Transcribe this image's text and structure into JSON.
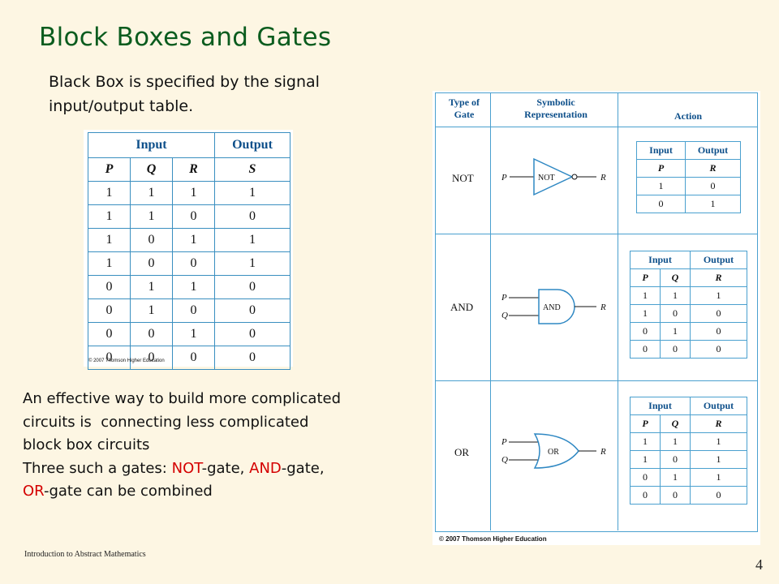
{
  "slide": {
    "title": "Block Boxes and Gates",
    "intro": "Black Box is specified by the signal input/output table.",
    "body": {
      "line1": "An effective way to build more complicated",
      "line2": "circuits is  connecting less complicated",
      "line3": "block box circuits",
      "line4_pre": "Three such a gates: ",
      "not": "NOT",
      "gate_sep1": "-gate, ",
      "and": "AND",
      "gate_sep2": "-gate,",
      "or": "OR",
      "line5_post": "-gate can be combined"
    },
    "footer": "Introduction to Abstract Mathematics",
    "page_number": "4",
    "accent_color": "#d40000",
    "title_color": "#0a5c1e"
  },
  "truth_table": {
    "group_input": "Input",
    "group_output": "Output",
    "columns": [
      "P",
      "Q",
      "R",
      "S"
    ],
    "rows": [
      [
        "1",
        "1",
        "1",
        "1"
      ],
      [
        "1",
        "1",
        "0",
        "0"
      ],
      [
        "1",
        "0",
        "1",
        "1"
      ],
      [
        "1",
        "0",
        "0",
        "1"
      ],
      [
        "0",
        "1",
        "1",
        "0"
      ],
      [
        "0",
        "1",
        "0",
        "0"
      ],
      [
        "0",
        "0",
        "1",
        "0"
      ],
      [
        "0",
        "0",
        "0",
        "0"
      ]
    ],
    "copyright": "© 2007 Thomson Higher Education"
  },
  "gates_table": {
    "headers": {
      "type": "Type of Gate",
      "symbolic": "Symbolic Representation",
      "action": "Action"
    },
    "copyright": "© 2007 Thomson Higher Education",
    "not": {
      "name": "NOT",
      "label": "NOT",
      "in": "P",
      "out": "R",
      "table": {
        "input": "Input",
        "output": "Output",
        "cols": [
          "P",
          "R"
        ],
        "rows": [
          [
            "1",
            "0"
          ],
          [
            "0",
            "1"
          ]
        ]
      }
    },
    "and": {
      "name": "AND",
      "label": "AND",
      "in1": "P",
      "in2": "Q",
      "out": "R",
      "table": {
        "input": "Input",
        "output": "Output",
        "cols": [
          "P",
          "Q",
          "R"
        ],
        "rows": [
          [
            "1",
            "1",
            "1"
          ],
          [
            "1",
            "0",
            "0"
          ],
          [
            "0",
            "1",
            "0"
          ],
          [
            "0",
            "0",
            "0"
          ]
        ]
      }
    },
    "or": {
      "name": "OR",
      "label": "OR",
      "in1": "P",
      "in2": "Q",
      "out": "R",
      "table": {
        "input": "Input",
        "output": "Output",
        "cols": [
          "P",
          "Q",
          "R"
        ],
        "rows": [
          [
            "1",
            "1",
            "1"
          ],
          [
            "1",
            "0",
            "1"
          ],
          [
            "0",
            "1",
            "1"
          ],
          [
            "0",
            "0",
            "0"
          ]
        ]
      }
    }
  }
}
